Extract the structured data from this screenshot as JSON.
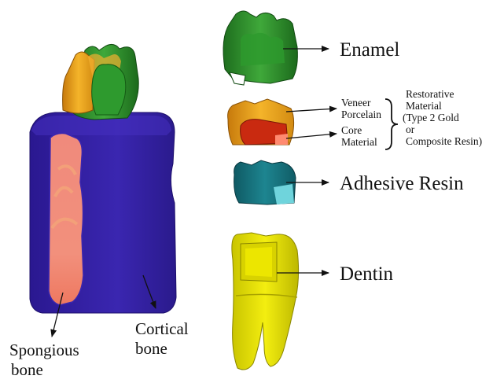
{
  "labels": {
    "enamel": "Enamel",
    "veneer_porcelain": [
      "Veneer",
      "Porcelain"
    ],
    "core_material": [
      "Core",
      "Material"
    ],
    "restorative": [
      "Restorative",
      "Material",
      "(Type 2 Gold",
      "or",
      "Composite Resin)"
    ],
    "adhesive_resin": "Adhesive Resin",
    "dentin": "Dentin",
    "cortical_bone": [
      "Cortical",
      "bone"
    ],
    "spongious_bone": [
      "Spongious",
      "bone"
    ]
  },
  "colors": {
    "enamel_green": "#2a8a2a",
    "veneer_orange": "#e8a21a",
    "core_red": "#cc2a10",
    "adhesive_teal": "#17707a",
    "dentin_yellow": "#e6e000",
    "cortical_blue": "#3520a8",
    "spongious_pink": "#f28c7a"
  }
}
